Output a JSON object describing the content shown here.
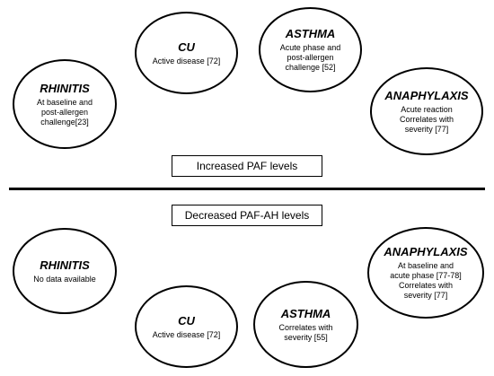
{
  "increased": {
    "banner": "Increased PAF levels",
    "cu": {
      "title": "CU",
      "desc": "Active disease [72]"
    },
    "asthma": {
      "title": "ASTHMA",
      "desc": "Acute phase and\npost-allergen\nchallenge [52]"
    },
    "rhinitis": {
      "title": "RHINITIS",
      "desc": "At baseline and\npost-allergen\nchallenge[23]"
    },
    "anaphylaxis": {
      "title": "ANAPHYLAXIS",
      "desc": "Acute reaction\nCorrelates with\nseverity [77]"
    }
  },
  "decreased": {
    "banner": "Decreased PAF-AH levels",
    "rhinitis": {
      "title": "RHINITIS",
      "desc": "No data available"
    },
    "anaphylaxis": {
      "title": "ANAPHYLAXIS",
      "desc": "At baseline and\nacute phase [77-78]\nCorrelates with\nseverity [77]"
    },
    "cu": {
      "title": "CU",
      "desc": "Active disease [72]"
    },
    "asthma": {
      "title": "ASTHMA",
      "desc": "Correlates with\nseverity [55]"
    }
  }
}
